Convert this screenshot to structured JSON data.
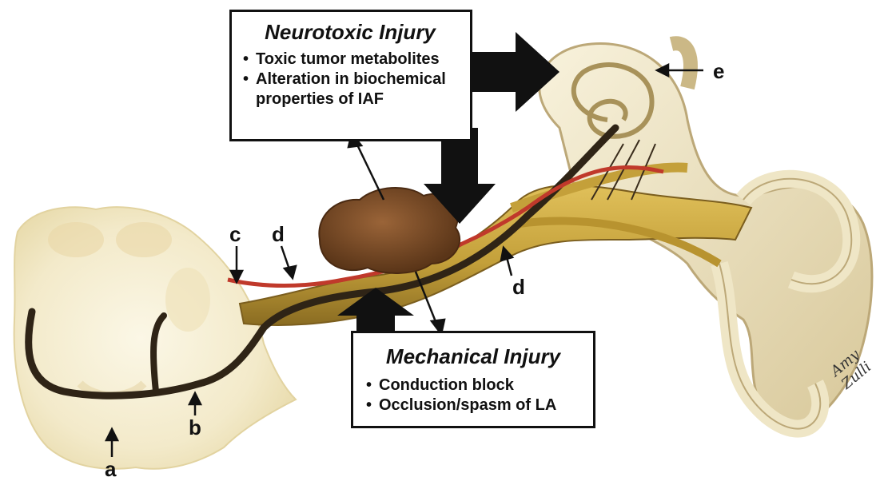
{
  "neurotoxic": {
    "title": "Neurotoxic Injury",
    "items": [
      "Toxic tumor metabolites",
      "Alteration in biochemical",
      "properties of IAF"
    ]
  },
  "mechanical": {
    "title": "Mechanical Injury",
    "items": [
      "Conduction block",
      "Occlusion/spasm of LA"
    ]
  },
  "labels": {
    "a": "a",
    "b": "b",
    "c": "c",
    "d1": "d",
    "d2": "d",
    "e": "e"
  },
  "signature": "Amy Zulli",
  "colors": {
    "brainstem": "#f6efd2",
    "nerve": "#c9a43a",
    "nerve_dark": "#3a2c1c",
    "tumor": "#7a4a26",
    "vessel": "#c0392b",
    "bone": "#efe6c6",
    "arrow": "#111111"
  }
}
